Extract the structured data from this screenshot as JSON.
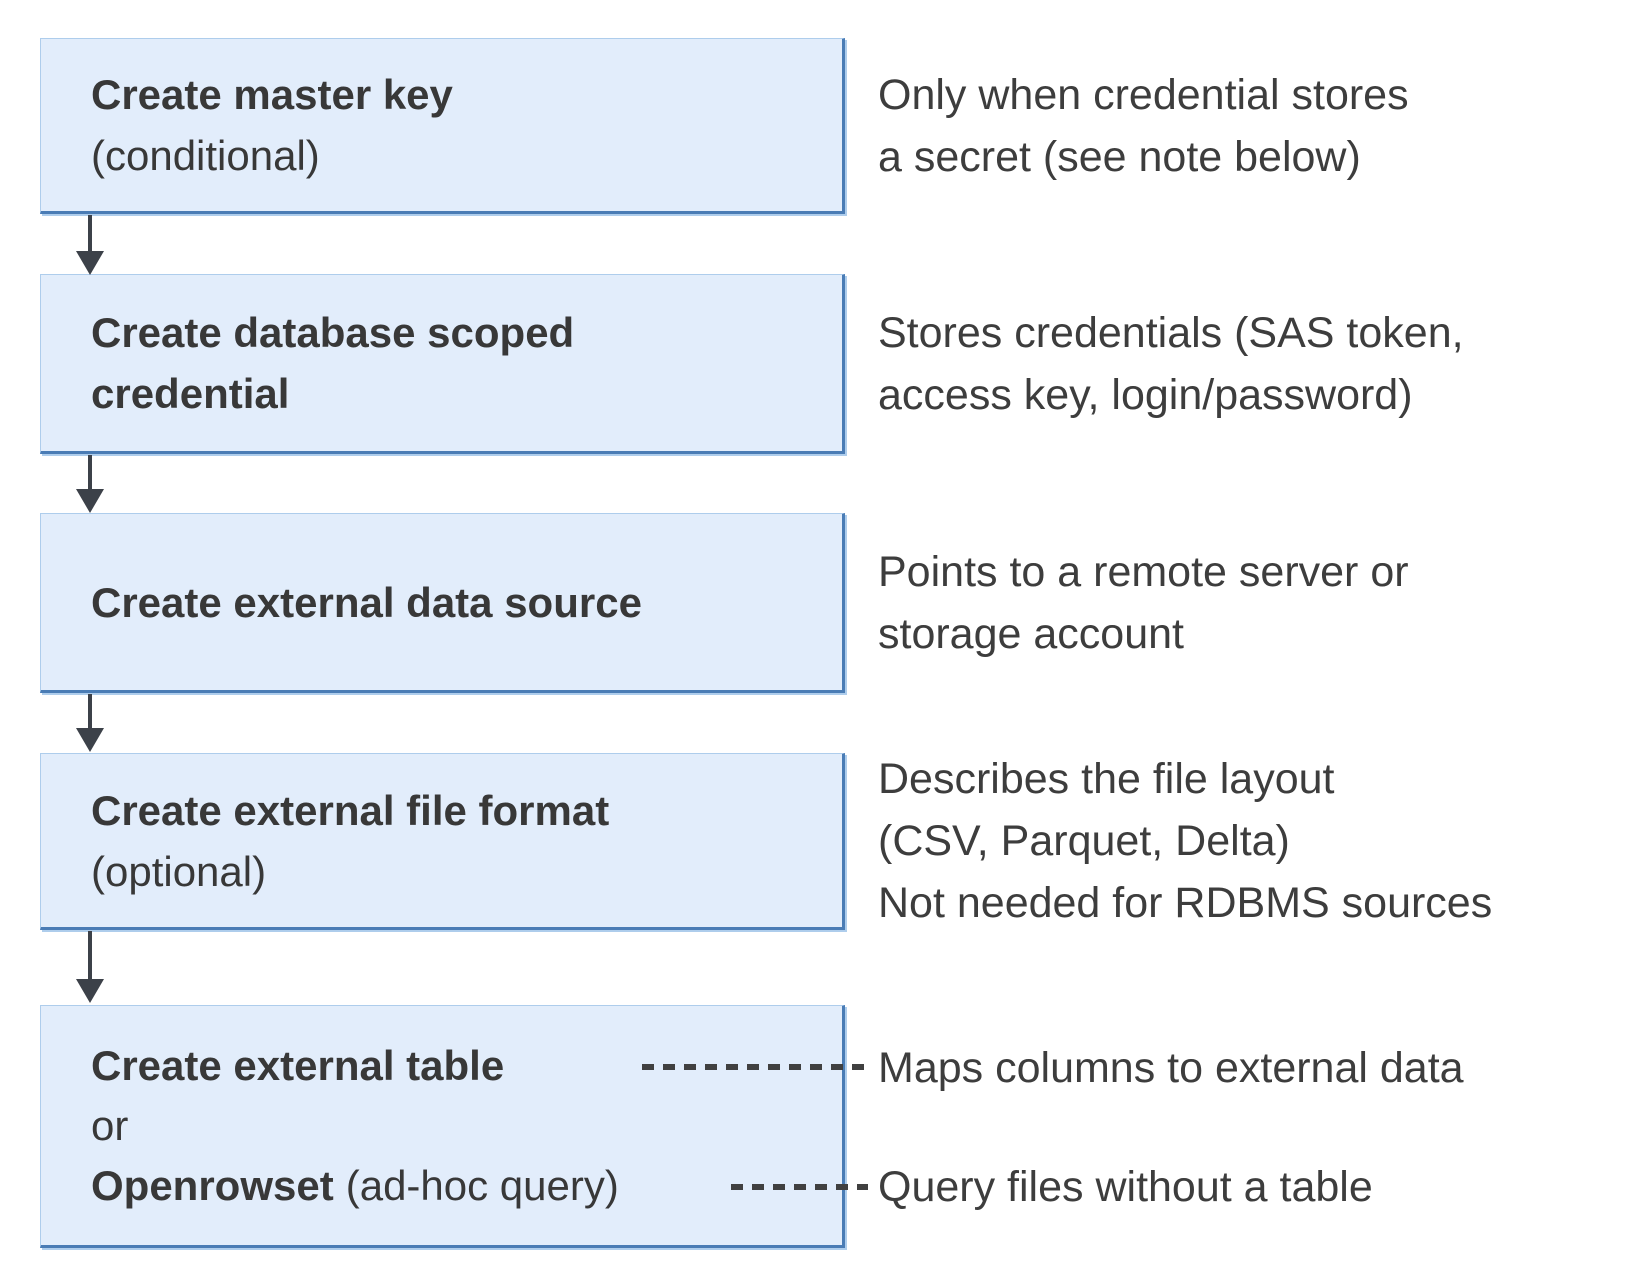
{
  "colors": {
    "bg": "#ffffff",
    "box_fill": "#e2edfb",
    "box_border": "#4a7cb5",
    "box_border_light": "#aecdec",
    "title_color": "#383838",
    "note_color": "#3d3d3d",
    "arrow_color": "#3c4149",
    "dash_color": "#404040"
  },
  "flow": {
    "boxes": [
      {
        "bold": "Create master key",
        "regular": "(conditional)"
      },
      {
        "bold_line1": "Create database scoped",
        "bold_line2": "credential"
      },
      {
        "bold": "Create external data source"
      },
      {
        "bold": "Create external file format",
        "regular": "(optional)"
      },
      {
        "bold_line1": "Create external table",
        "line2": "or",
        "bold_line3": "Openrowset",
        "regular_line3": "(ad-hoc query)"
      }
    ],
    "notes": [
      {
        "line1": "Only when credential stores",
        "line2": "a secret (see note below)"
      },
      {
        "line1": "Stores credentials (SAS token,",
        "line2": "access key, login/password)"
      },
      {
        "line1": "Points to a remote server or",
        "line2": "storage account"
      },
      {
        "line1": "Describes the file layout",
        "line2": "(CSV, Parquet, Delta)",
        "line3": "Not needed for RDBMS sources"
      },
      {
        "line1": "Maps columns to external data"
      },
      {
        "line1": "Query files without a table"
      }
    ]
  }
}
